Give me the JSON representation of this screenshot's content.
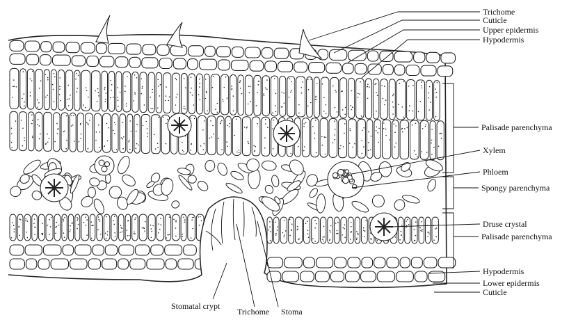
{
  "labels": {
    "trichome_top": "Trichome",
    "cuticle_top": "Cuticle",
    "upper_epidermis": "Upper epidermis",
    "hypodermis_top": "Hypodermis",
    "palisade_upper": "Palisade parenchyma",
    "xylem": "Xylem",
    "phloem": "Phloem",
    "spongy": "Spongy parenchyma",
    "druse": "Druse crystal",
    "palisade_lower": "Palisade parenchyma",
    "hypodermis_bottom": "Hypodermis",
    "lower_epidermis": "Lower epidermis",
    "cuticle_bottom": "Cuticle",
    "stomatal_crypt": "Stomatal crypt",
    "trichome_bottom": "Trichome",
    "stoma": "Stoma"
  }
}
